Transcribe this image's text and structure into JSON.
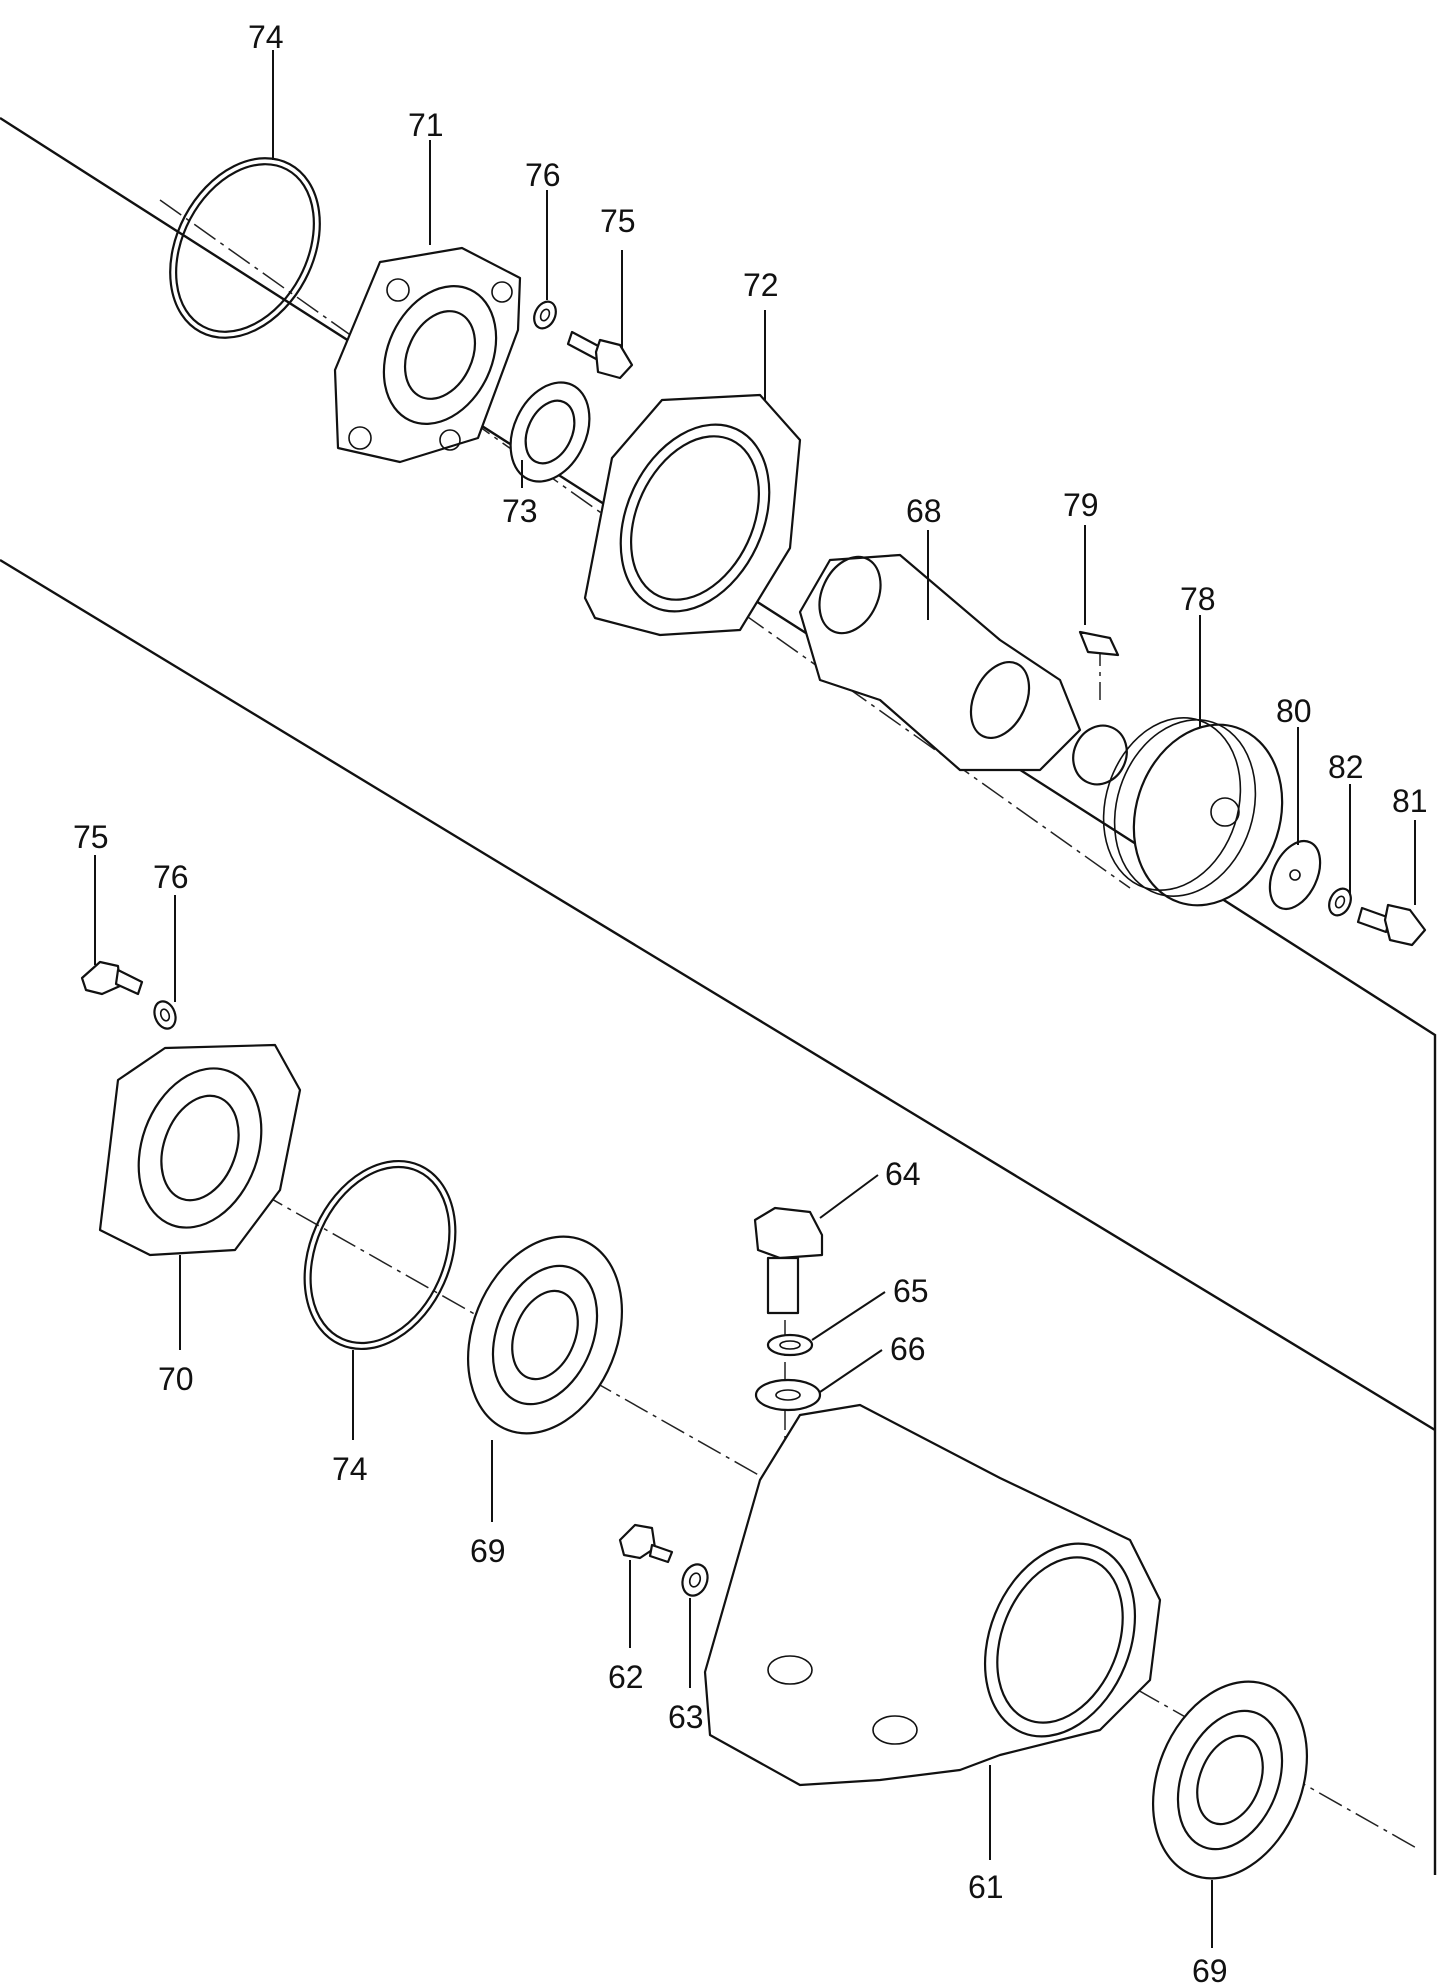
{
  "callouts": {
    "c74_top": "74",
    "c71": "71",
    "c76_top": "76",
    "c75_top": "75",
    "c72": "72",
    "c73": "73",
    "c68": "68",
    "c79": "79",
    "c78": "78",
    "c80": "80",
    "c82": "82",
    "c81": "81",
    "c75_left": "75",
    "c76_left": "76",
    "c70": "70",
    "c74_bottom": "74",
    "c69_mid": "69",
    "c64": "64",
    "c65": "65",
    "c66": "66",
    "c62": "62",
    "c63": "63",
    "c61": "61",
    "c69_bottom": "69"
  }
}
